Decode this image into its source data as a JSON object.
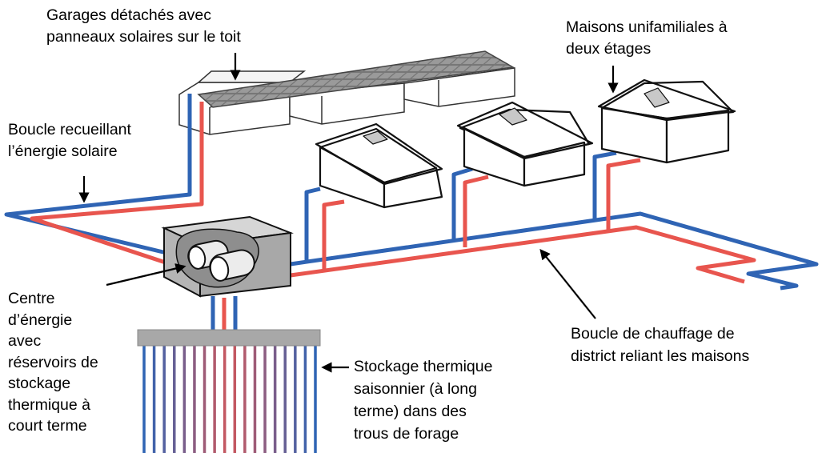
{
  "labels": {
    "garages": "Garages détachés avec\npanneaux solaires sur le toit",
    "houses": "Maisons unifamiliales à\ndeux étages",
    "solar_loop": "Boucle recueillant\nl’énergie solaire",
    "energy_center": "Centre\nd’énergie\navec\nréservoirs de\nstockage\nthermique à\ncourt terme",
    "district_loop": "Boucle de chauffage de\ndistrict reliant les maisons",
    "storage": "Stockage thermique\nsaisonnier (à long\nterme) dans des\ntrous de forage"
  },
  "colors": {
    "hot_pipe": "#e8554e",
    "cold_pipe": "#2f64b4",
    "outline": "#111111",
    "tank_block": "#bdbdbd",
    "solar_panel": "#7a7a7a",
    "header_bar": "#a8a8a8"
  },
  "boreholes": {
    "count": 18
  }
}
